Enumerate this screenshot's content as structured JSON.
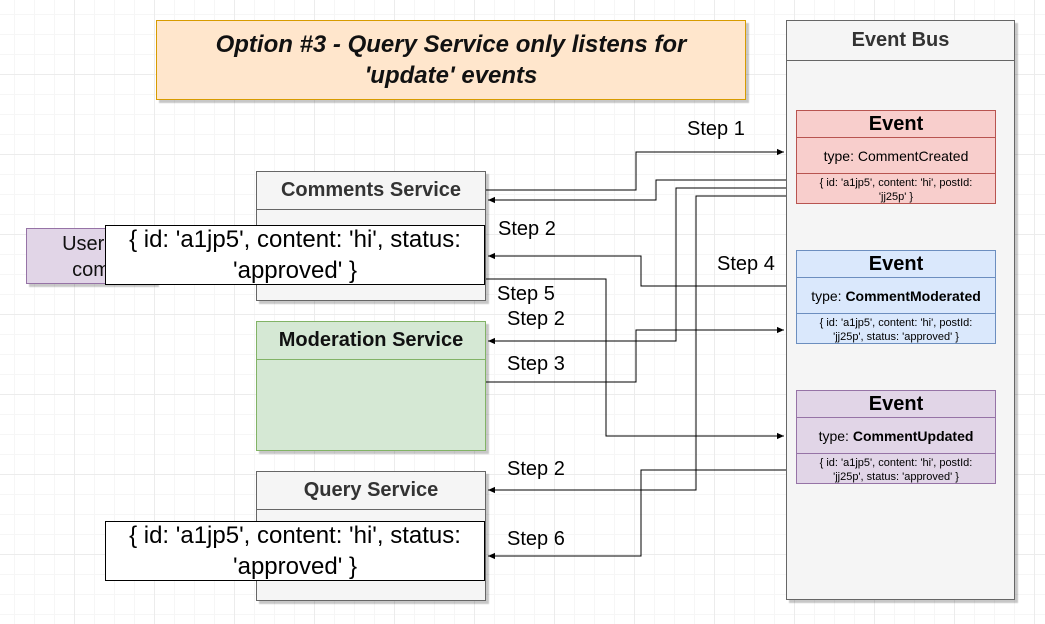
{
  "title": "Option #3 - Query Service only listens for 'update' events",
  "event_bus": {
    "label": "Event Bus"
  },
  "services": {
    "comments": "Comments Service",
    "moderation": "Moderation Service",
    "query": "Query Service"
  },
  "user_box": {
    "line1": "User s",
    "line2": "com"
  },
  "popups": {
    "comments": "{ id: 'a1jp5', content: 'hi', status: 'approved' }",
    "query": "{ id: 'a1jp5', content: 'hi', status: 'approved' }"
  },
  "events": [
    {
      "label": "Event",
      "type_prefix": "type: ",
      "type_name": "CommentCreated",
      "payload": "{ id: 'a1jp5', content: 'hi', postId: 'jj25p' }"
    },
    {
      "label": "Event",
      "type_prefix": "type: ",
      "type_name": "CommentModerated",
      "payload": "{ id: 'a1jp5', content: 'hi', postId: 'jj25p', status: 'approved' }"
    },
    {
      "label": "Event",
      "type_prefix": "type: ",
      "type_name": "CommentUpdated",
      "payload": "{ id: 'a1jp5', content: 'hi', postId: 'jj25p', status: 'approved' }"
    }
  ],
  "steps": {
    "step1": "Step 1",
    "step2_comments": "Step 2",
    "step4": "Step 4",
    "step5": "Step 5",
    "step2_moderation": "Step 2",
    "step3": "Step 3",
    "step2_query": "Step 2",
    "step6": "Step 6"
  }
}
